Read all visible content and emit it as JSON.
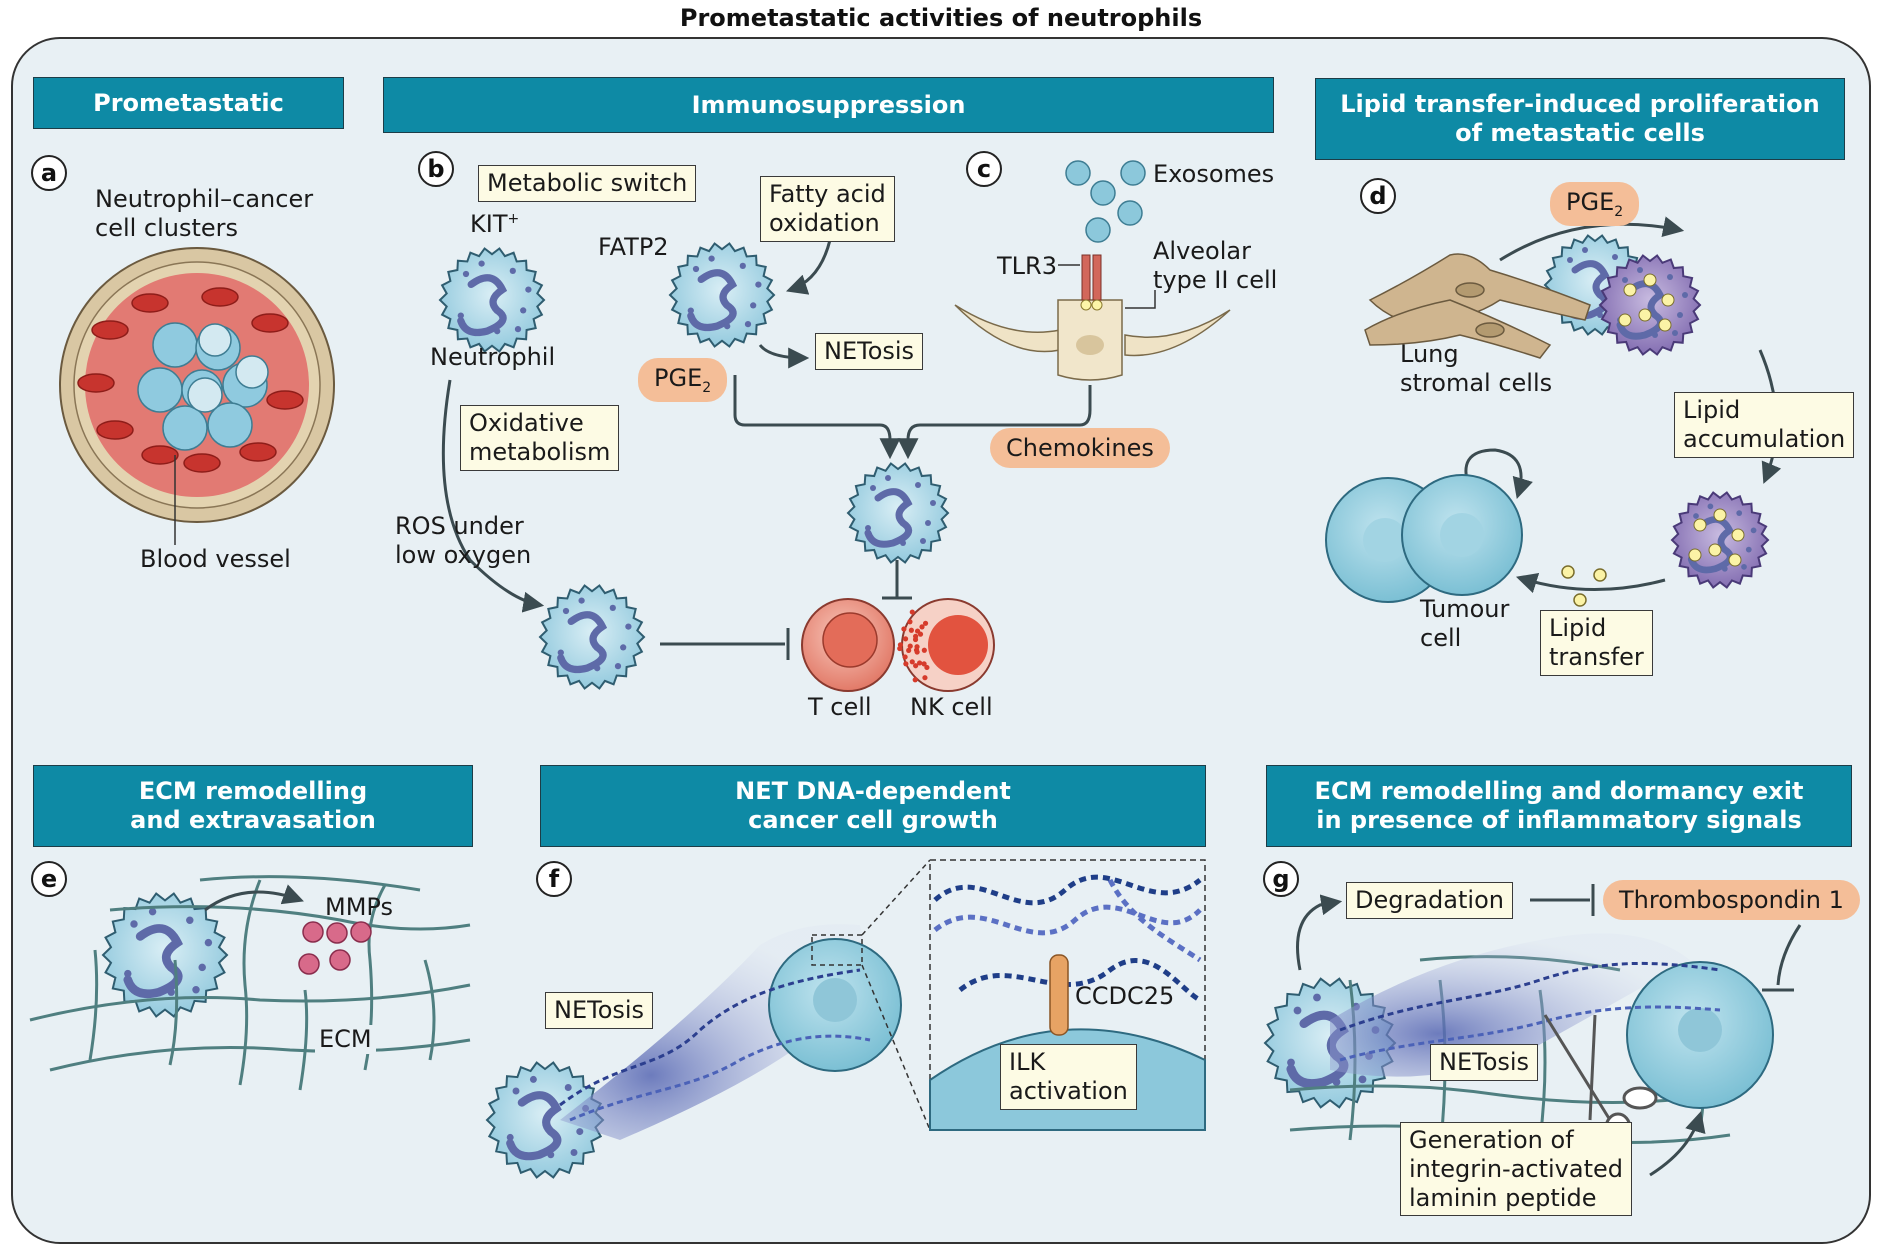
{
  "title": "Prometastatic activities of neutrophils",
  "headers": {
    "prometastatic": "Prometastatic",
    "immunosuppression": "Immunosuppression",
    "lipid_line1": "Lipid transfer-induced proliferation",
    "lipid_line2": "of metastatic cells",
    "ecm_line1": "ECM remodelling",
    "ecm_line2": "and extravasation",
    "net_line1": "NET DNA-dependent",
    "net_line2": "cancer cell growth",
    "dormancy_line1": "ECM remodelling and dormancy exit",
    "dormancy_line2": "in presence of inflammatory signals"
  },
  "badges": {
    "a": "a",
    "b": "b",
    "c": "c",
    "d": "d",
    "e": "e",
    "f": "f",
    "g": "g"
  },
  "panel_a": {
    "clusters_line1": "Neutrophil–cancer",
    "clusters_line2": "cell clusters",
    "blood_vessel": "Blood vessel"
  },
  "panel_b": {
    "metabolic_switch": "Metabolic switch",
    "kit": "KIT",
    "kit_sup": "+",
    "neutrophil": "Neutrophil",
    "fatp2": "FATP2",
    "fatty_line1": "Fatty acid",
    "fatty_line2": "oxidation",
    "netosis": "NETosis",
    "pge": "PGE",
    "pge_sub": "2",
    "oxidative_line1": "Oxidative",
    "oxidative_line2": "metabolism",
    "ros_line1": "ROS under",
    "ros_line2": "low oxygen",
    "t_cell": "T cell",
    "nk_cell": "NK cell"
  },
  "panel_c": {
    "exosomes": "Exosomes",
    "tlr3": "TLR3",
    "alveolar_line1": "Alveolar",
    "alveolar_line2": "type II cell",
    "chemokines": "Chemokines"
  },
  "panel_d": {
    "pge": "PGE",
    "pge_sub": "2",
    "lung_line1": "Lung",
    "lung_line2": "stromal cells",
    "lipid_acc_line1": "Lipid",
    "lipid_acc_line2": "accumulation",
    "tumour_line1": "Tumour",
    "tumour_line2": "cell",
    "lipid_tr_line1": "Lipid",
    "lipid_tr_line2": "transfer"
  },
  "panel_e": {
    "mmps": "MMPs",
    "ecm": "ECM"
  },
  "panel_f": {
    "netosis": "NETosis",
    "ccdc25": "CCDC25",
    "ilk_line1": "ILK",
    "ilk_line2": "activation"
  },
  "panel_g": {
    "degradation": "Degradation",
    "thrombospondin": "Thrombospondin 1",
    "netosis": "NETosis",
    "gen_line1": "Generation of",
    "gen_line2": "integrin-activated",
    "gen_line3": "laminin peptide"
  },
  "colors": {
    "header_teal": "#0e8aa5",
    "background_panel": "#e8f0f4",
    "note_box": "#fdfbe4",
    "peach_pill": "#f4be98",
    "neutrophil": "#a9d6e6",
    "t_cell": "#e87d6e",
    "lipid_purple": "#8d78b8"
  }
}
